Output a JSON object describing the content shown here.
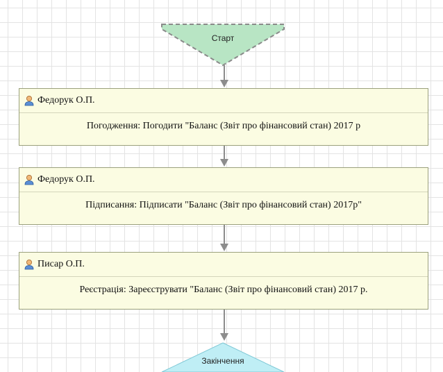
{
  "colors": {
    "grid": "#e3e3e3",
    "start_fill": "#b8e5c4",
    "start_stroke": "#8a8a8a",
    "end_fill": "#bfeef5",
    "task_fill": "#fbfce2",
    "task_border": "#9aa07c",
    "arrow": "#8c8c8c"
  },
  "start": {
    "label": "Старт"
  },
  "tasks": [
    {
      "icon": "user-icon",
      "assignee": "Федорук О.П.",
      "action": "Погодження: Погодити \"Баланс (Звіт про фінансовий стан) 2017 р"
    },
    {
      "icon": "user-icon",
      "assignee": "Федорук О.П.",
      "action": "Підписання: Підписати \"Баланс (Звіт про фінансовий стан) 2017р\""
    },
    {
      "icon": "user-icon",
      "assignee": "Писар О.П.",
      "action": "Реєстрація: Зареєструвати \"Баланс (Звіт про фінансовий стан) 2017 р."
    }
  ],
  "end": {
    "label": "Закінчення"
  }
}
